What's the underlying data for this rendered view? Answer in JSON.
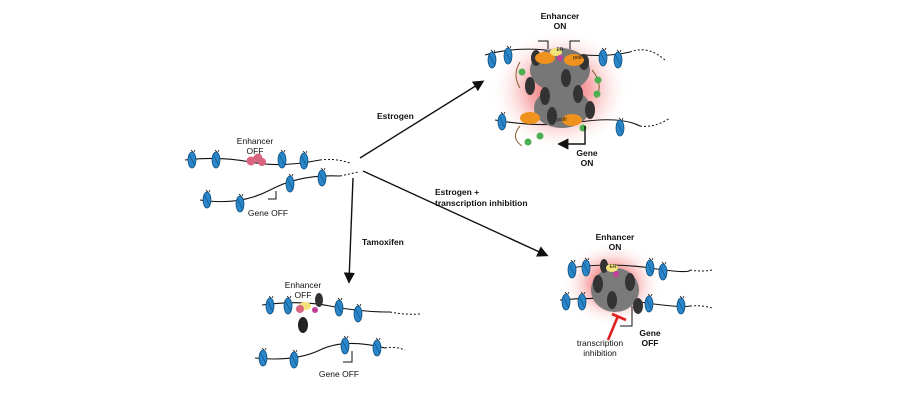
{
  "panels": {
    "start": {
      "enhancer_title": "Enhancer",
      "enhancer_state": "OFF",
      "gene_label": "Gene OFF"
    },
    "estrogen": {
      "enhancer_title": "Enhancer",
      "enhancer_state": "ON",
      "gene_title": "Gene",
      "gene_state": "ON",
      "er_label": "ER",
      "pol_label_top": "polII",
      "pol_label_bottom": "polII"
    },
    "tamoxifen": {
      "enhancer_title": "Enhancer",
      "enhancer_state": "OFF",
      "gene_label": "Gene OFF"
    },
    "inhibition": {
      "enhancer_title": "Enhancer",
      "enhancer_state": "ON",
      "gene_title": "Gene",
      "gene_state": "OFF",
      "inhibition_line1": "transcription",
      "inhibition_line2": "inhibition",
      "er_label": "ER"
    }
  },
  "arrows": {
    "estrogen": "Estrogen",
    "inhibition_line1": "Estrogen +",
    "inhibition_line2": "transcription inhibition",
    "tamoxifen": "Tamoxifen"
  },
  "colors": {
    "nucleosome": "#2a86c8",
    "enhancer_pink": "#d9657f",
    "er_yellow": "#f2e27a",
    "er_magenta": "#c23f9a",
    "coactivator_gray": "#555555",
    "mediator_dark": "#3a3a3a",
    "polii_orange": "#f0921e",
    "rna_green": "#4caf50",
    "glow_red": "#e8343a",
    "inhibition_red": "#e02020"
  }
}
